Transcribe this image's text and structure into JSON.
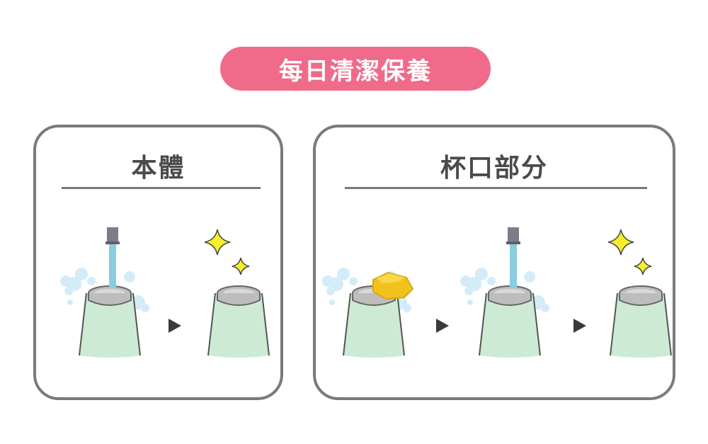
{
  "header": {
    "title": "每日清潔保養"
  },
  "panels": [
    {
      "title": "本體"
    },
    {
      "title": "杯口部分"
    }
  ],
  "colors": {
    "accent": "#ef6b89",
    "border": "#7a7a7a",
    "cup_body": "#cdebd4",
    "cup_rim": "#bdbdbd",
    "water": "#89cde0",
    "bubble": "#d4ecf8",
    "sparkle": "#f7ef2a",
    "sponge": "#f2c21c",
    "arrow": "#3a3a3a"
  },
  "icons": [
    "faucet-water-icon",
    "bubble-icon",
    "sparkle-icon",
    "sponge-icon",
    "play-arrow-icon",
    "cup-icon"
  ]
}
